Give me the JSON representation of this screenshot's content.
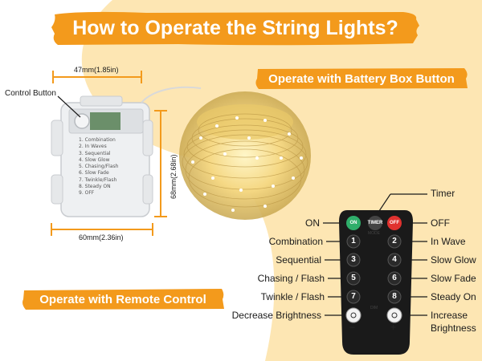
{
  "title": "How to Operate the String Lights?",
  "battery_banner": "Operate with Battery Box Button",
  "remote_banner": "Operate with Remote Control",
  "dimensions": {
    "width": "47mm(1.85in)",
    "height": "68mm(2.68in)",
    "depth": "60mm(2.36in)"
  },
  "control_button_label": "Control Button",
  "box_modes": [
    "1. Combination",
    "2. In Waves",
    "3. Sequential",
    "4. Slow Glow",
    "5. Chasing/Flash",
    "6. Slow Fade",
    "7. Twinkle/Flash",
    "8. Steady ON",
    "9. OFF"
  ],
  "remote": {
    "on": "ON",
    "timer": "TIMER",
    "off": "OFF",
    "mode": "MODE",
    "dim": "DIM",
    "minus": "−",
    "plus": "+",
    "digits": [
      "1",
      "2",
      "3",
      "4",
      "5",
      "6",
      "7",
      "8"
    ]
  },
  "remote_labels": {
    "timer": "Timer",
    "on": "ON",
    "off": "OFF",
    "combination": "Combination",
    "in_wave": "In Wave",
    "sequential": "Sequential",
    "slow_glow": "Slow Glow",
    "chasing_flash": "Chasing / Flash",
    "slow_fade": "Slow Fade",
    "twinkle_flash": "Twinkle / Flash",
    "steady_on": "Steady On",
    "decrease_brightness": "Decrease Brightness",
    "increase_brightness_1": "Increase",
    "increase_brightness_2": "Brightness"
  },
  "colors": {
    "accent_orange": "#f39a1c",
    "background_cream": "#fde6b3",
    "on_button": "#2fae6a",
    "off_button": "#e0322f",
    "remote_body": "#1a1a1a"
  }
}
